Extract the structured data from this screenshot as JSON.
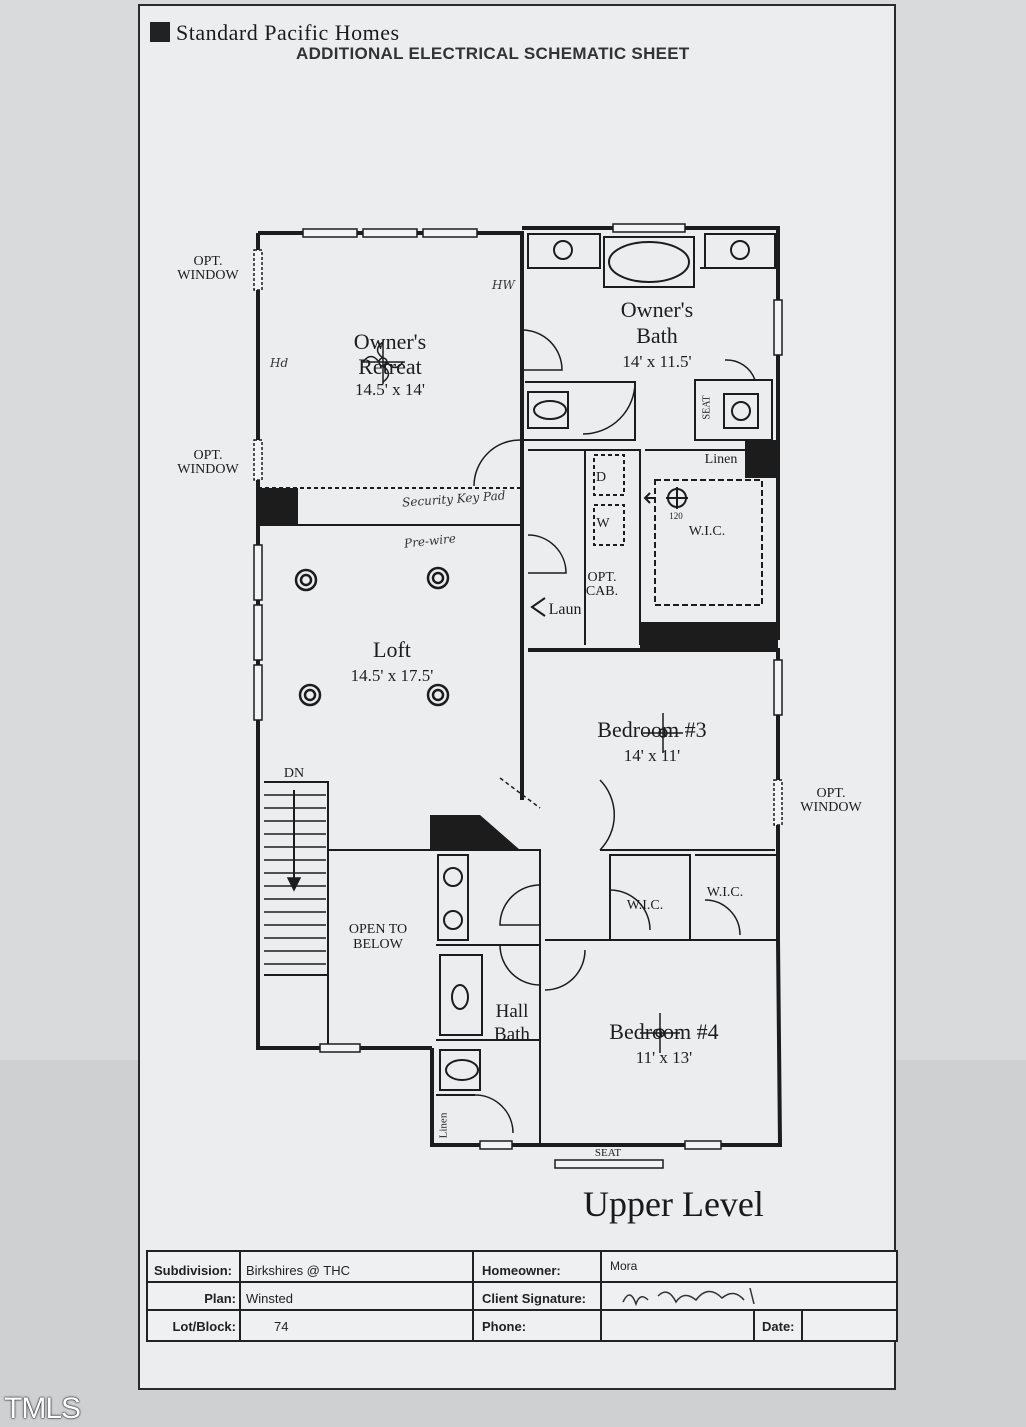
{
  "header": {
    "brand": "Standard Pacific Homes",
    "subtitle": "ADDITIONAL ELECTRICAL SCHEMATIC SHEET"
  },
  "plan": {
    "level_title": "Upper Level",
    "rooms": {
      "owners_retreat": {
        "name_line1": "Owner's",
        "name_line2": "Retreat",
        "dims": "14.5' x 14'"
      },
      "owners_bath": {
        "name_line1": "Owner's",
        "name_line2": "Bath",
        "dims": "14' x 11.5'"
      },
      "loft": {
        "name": "Loft",
        "dims": "14.5' x 17.5'"
      },
      "bedroom3": {
        "name": "Bedroom #3",
        "dims": "14' x 11'"
      },
      "bedroom4": {
        "name": "Bedroom #4",
        "dims": "11' x 13'"
      },
      "hall_bath": {
        "name_line1": "Hall",
        "name_line2": "Bath"
      }
    },
    "labels": {
      "opt_window": "OPT.\nWINDOW",
      "opt_window_1": "OPT.",
      "opt_window_2": "WINDOW",
      "linen": "Linen",
      "wic": "W.I.C.",
      "seat": "SEAT",
      "dn": "DN",
      "open_to_below_1": "OPEN TO",
      "open_to_below_2": "BELOW",
      "opt_cab_1": "OPT.",
      "opt_cab_2": "CAB.",
      "laun": "Laun",
      "d": "D",
      "w": "W",
      "outlet_120": "120"
    },
    "handwritten": {
      "security_keypad": "Security Key Pad",
      "pre_wire": "Pre-wire",
      "note_retreat_top": "HW",
      "note_retreat_left": "Hd"
    }
  },
  "info_table": {
    "subdivision_label": "Subdivision:",
    "subdivision_value": "Birkshires @ THC",
    "plan_label": "Plan:",
    "plan_value": "Winsted",
    "lot_label": "Lot/Block:",
    "lot_value": "74",
    "homeowner_label": "Homeowner:",
    "homeowner_value": "Mora",
    "signature_label": "Client Signature:",
    "phone_label": "Phone:",
    "date_label": "Date:"
  },
  "footer": {
    "watermark": "TMLS"
  }
}
